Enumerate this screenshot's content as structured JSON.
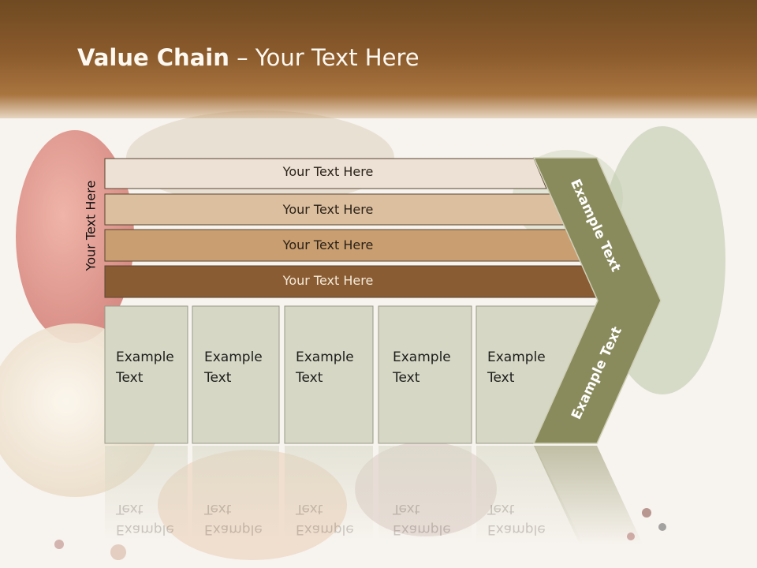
{
  "slide": {
    "title_bold": "Value Chain",
    "title_rest": " – Your Text Here",
    "side_label": "Your Text Here",
    "bars": [
      {
        "label": "Your Text Here",
        "color": "#ede1d5"
      },
      {
        "label": "Your Text Here",
        "color": "#dcbf9f"
      },
      {
        "label": "Your Text Here",
        "color": "#c99e70"
      },
      {
        "label": "Your Text Here",
        "color": "#8a5c33"
      }
    ],
    "cards": [
      {
        "line1": "Example",
        "line2": "Text"
      },
      {
        "line1": "Example",
        "line2": "Text"
      },
      {
        "line1": "Example",
        "line2": "Text"
      },
      {
        "line1": "Example",
        "line2": "Text"
      },
      {
        "line1": "Example",
        "line2": "Text"
      }
    ],
    "chevron_top": "Example Text",
    "chevron_bottom": "Example Text",
    "colors": {
      "header": "#8a5a2c",
      "card": "#d6d7c4",
      "chevron": "#8a8b5c"
    }
  }
}
